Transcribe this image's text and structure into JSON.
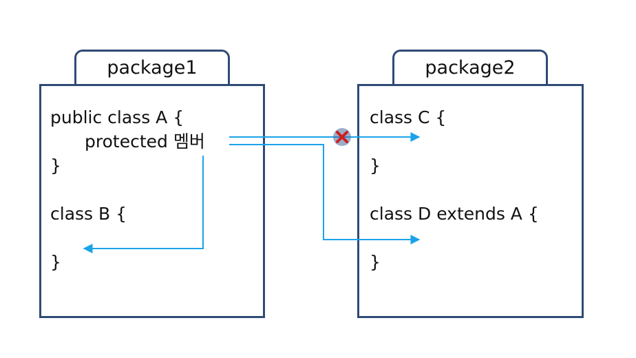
{
  "package1": {
    "label": "package1",
    "lines": {
      "class_a_open": "public class A {",
      "protected_member": "protected 멤버",
      "class_a_close": "}",
      "class_b_open": "class B {",
      "class_b_close": "}"
    }
  },
  "package2": {
    "label": "package2",
    "lines": {
      "class_c_open": "class C {",
      "class_c_close": "}",
      "class_d_open": "class D extends A {",
      "class_d_close": "}"
    }
  },
  "colors": {
    "border": "#2f4a75",
    "arrow": "#1aa3e8",
    "blocked": "#cc1f1f"
  },
  "connections": [
    {
      "from": "protected_member",
      "to": "class B",
      "allowed": true
    },
    {
      "from": "protected_member",
      "to": "class C",
      "allowed": false
    },
    {
      "from": "protected_member",
      "to": "class D extends A",
      "allowed": true
    }
  ]
}
